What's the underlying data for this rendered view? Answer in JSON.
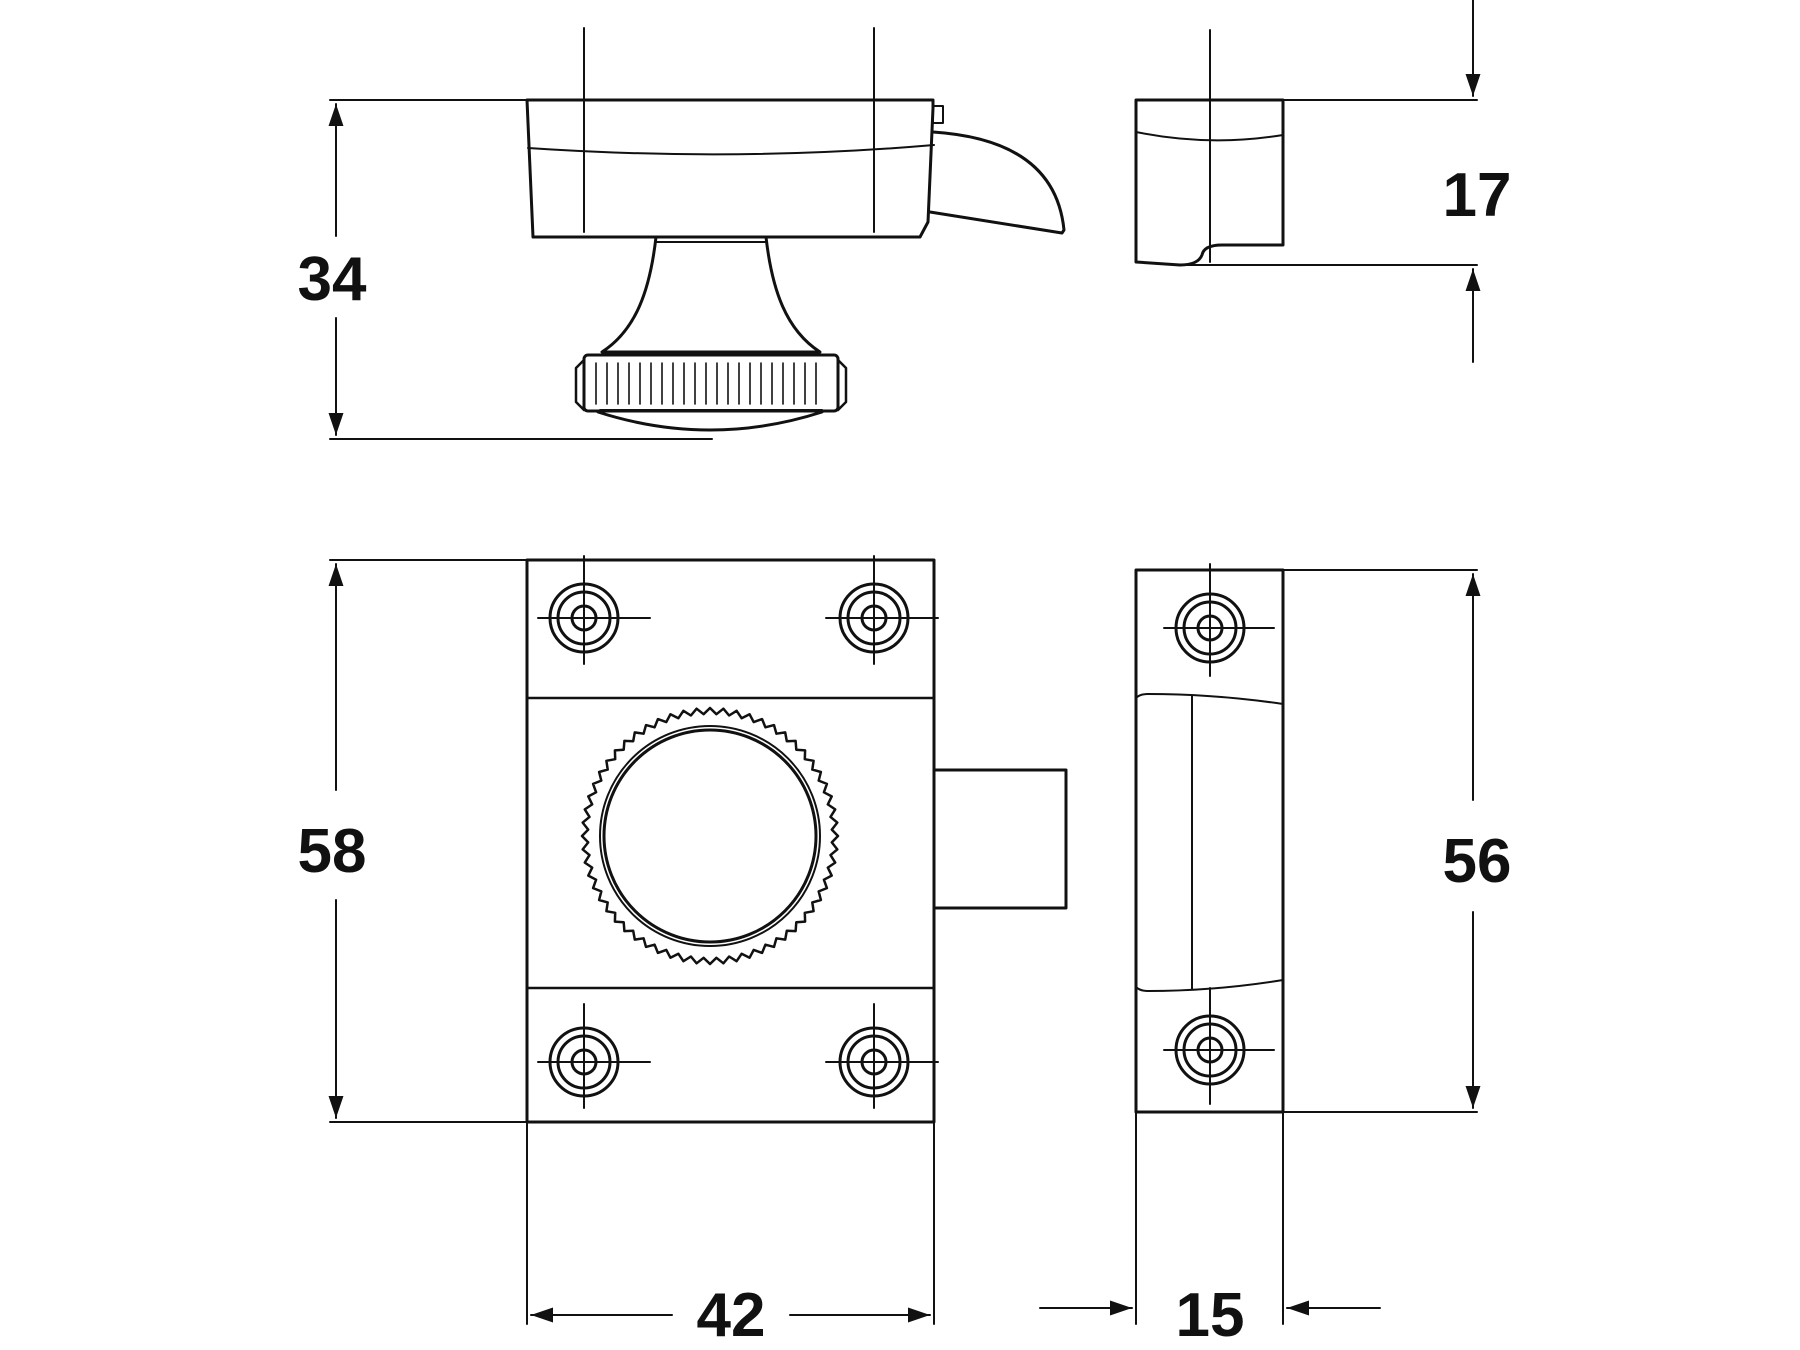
{
  "colors": {
    "line": "#111111",
    "background": "#ffffff"
  },
  "dimensions": {
    "latch_side_height": "34",
    "keep_side_height": "17",
    "latch_front_height": "58",
    "keep_front_height": "56",
    "latch_width": "42",
    "keep_width": "15"
  }
}
